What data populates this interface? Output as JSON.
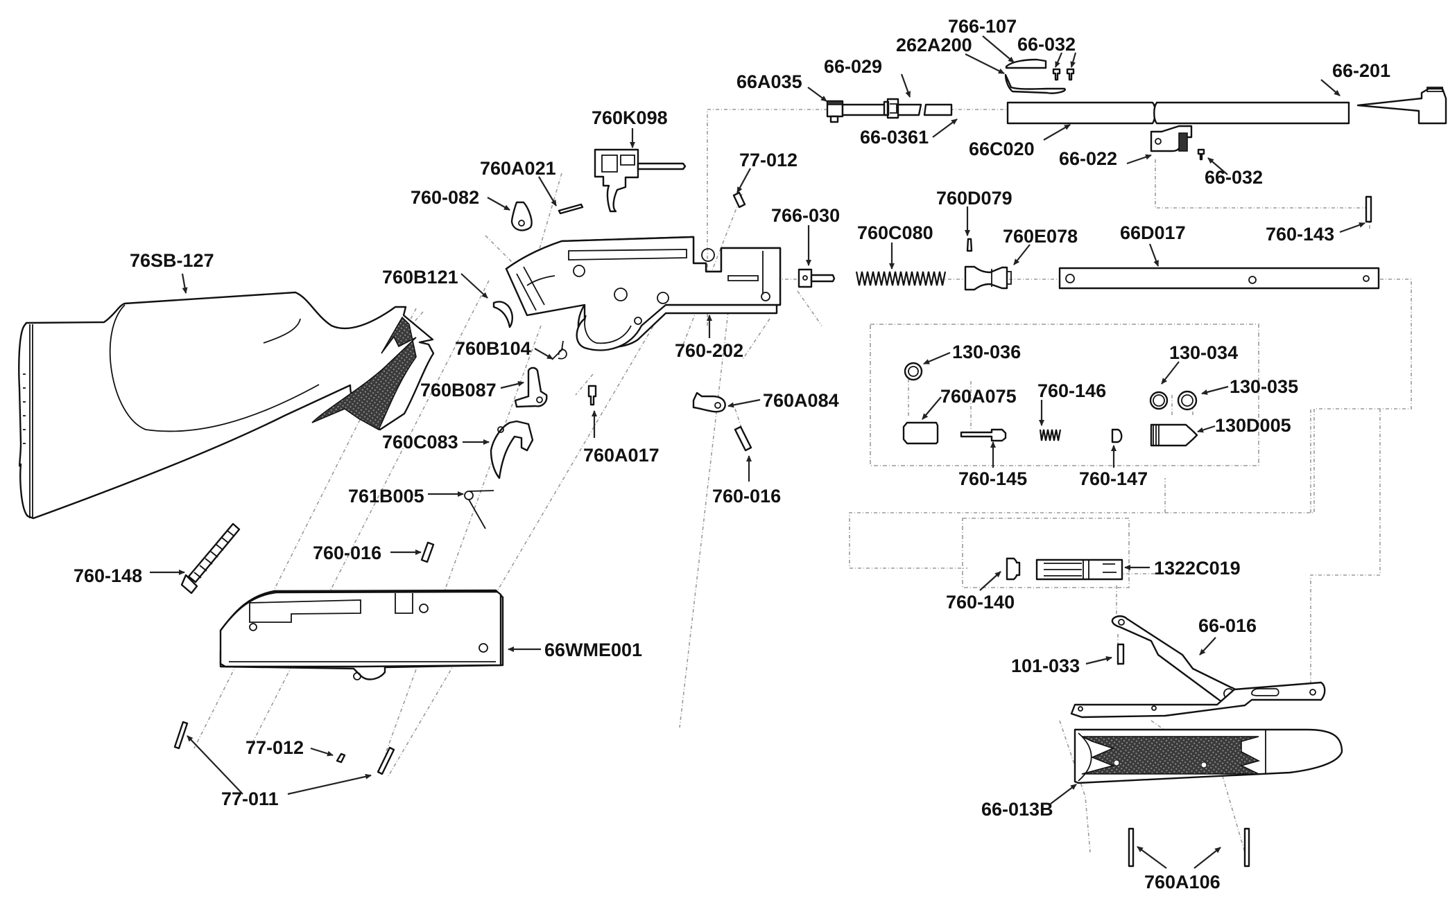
{
  "diagram": {
    "title": "Air rifle exploded parts diagram",
    "line_color": "#111111",
    "background": "#ffffff",
    "callouts": {
      "c_66A035": "66A035",
      "c_66_029": "66-029",
      "c_262A200": "262A200",
      "c_766_107": "766-107",
      "c_66_032_top": "66-032",
      "c_66_201": "66-201",
      "c_66_0361": "66-0361",
      "c_66C020": "66C020",
      "c_66_022": "66-022",
      "c_66_032_bottom": "66-032",
      "c_760K098": "760K098",
      "c_77_012_top": "77-012",
      "c_760A021": "760A021",
      "c_760_082": "760-082",
      "c_766_030": "766-030",
      "c_760D079": "760D079",
      "c_760C080": "760C080",
      "c_760E078": "760E078",
      "c_66D017": "66D017",
      "c_760_143": "760-143",
      "c_76SB_127": "76SB-127",
      "c_760B121": "760B121",
      "c_760_202": "760-202",
      "c_760B104": "760B104",
      "c_760B087": "760B087",
      "c_760A084": "760A084",
      "c_760C083": "760C083",
      "c_760A017": "760A017",
      "c_760_016_right": "760-016",
      "c_761B005": "761B005",
      "c_760_016_left": "760-016",
      "c_760_148": "760-148",
      "c_66WME001": "66WME001",
      "c_77_012_bottom": "77-012",
      "c_77_011": "77-011",
      "c_130_036": "130-036",
      "c_760A075": "760A075",
      "c_760_146": "760-146",
      "c_130_034": "130-034",
      "c_130_035": "130-035",
      "c_130D005": "130D005",
      "c_760_145": "760-145",
      "c_760_147": "760-147",
      "c_1322C019": "1322C019",
      "c_760_140": "760-140",
      "c_66_016": "66-016",
      "c_101_033": "101-033",
      "c_66_013B": "66-013B",
      "c_760A106": "760A106"
    }
  }
}
